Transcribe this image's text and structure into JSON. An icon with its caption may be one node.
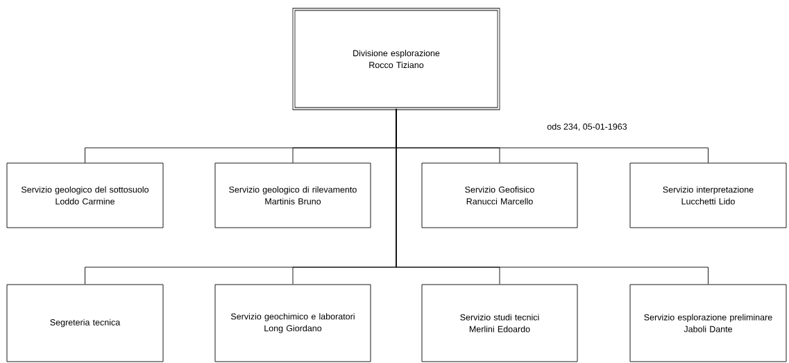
{
  "diagram": {
    "nodes": [
      {
        "text": [
          "Divisione esplorazione",
          "Rocco Tiziano"
        ]
      },
      {
        "text": [
          "Servizio geologico del sottosuolo",
          "Loddo Carmine"
        ]
      },
      {
        "text": [
          "Servizio geologico di rilevamento",
          "Martinis Bruno"
        ]
      },
      {
        "text": [
          "Servizio Geofisico",
          "Ranucci Marcello"
        ]
      },
      {
        "text": [
          "Servizio interpretazione",
          "Lucchetti Lido"
        ]
      },
      {
        "text": [
          "Segreteria tecnica"
        ]
      },
      {
        "text": [
          "Servizio geochimico e laboratori",
          "Long Giordano"
        ]
      },
      {
        "text": [
          "Servizio studi tecnici",
          "Merlini Edoardo"
        ]
      },
      {
        "text": [
          "Servizio esplorazione preliminare",
          "Jaboli Dante"
        ]
      }
    ],
    "edges": [
      {
        "from": 0,
        "to": 1,
        "arrow": "none"
      },
      {
        "from": 0,
        "to": 2,
        "arrow": "none"
      },
      {
        "from": 0,
        "to": 3,
        "arrow": "none"
      },
      {
        "from": 0,
        "to": 4,
        "arrow": "none"
      },
      {
        "from": 0,
        "to": 5,
        "arrow": "none"
      },
      {
        "from": 0,
        "to": 6,
        "arrow": "none"
      },
      {
        "from": 0,
        "to": 7,
        "arrow": "none"
      },
      {
        "from": 0,
        "to": 8,
        "arrow": "none"
      }
    ],
    "labels": [
      "ods 234, 05-01-1963"
    ]
  }
}
